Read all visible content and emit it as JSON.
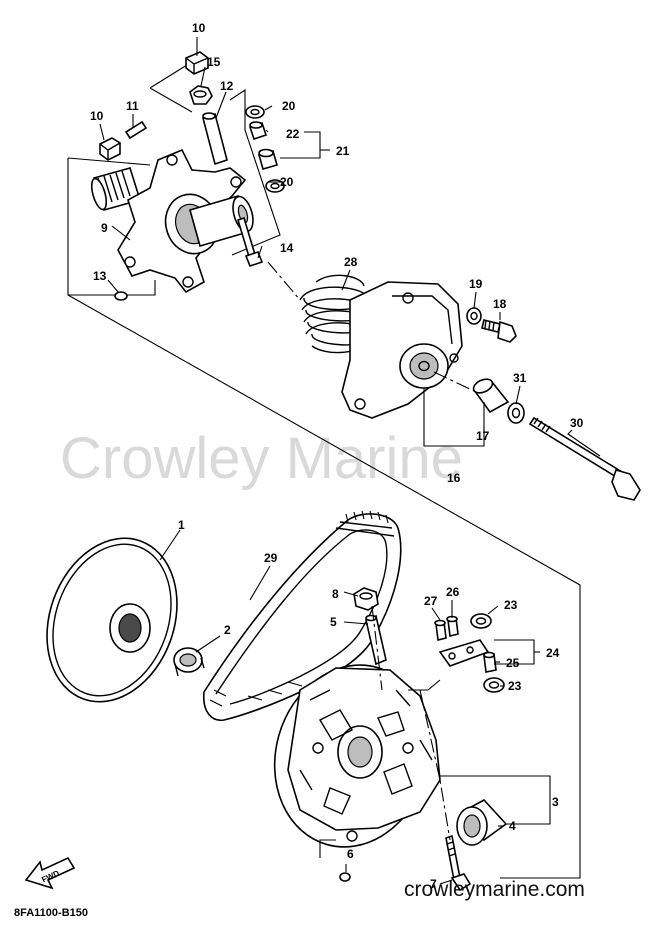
{
  "watermark": "Crowley Marine",
  "site_url": "crowleymarine.com",
  "diagram_code": "8FA1100-B150",
  "direction_label": "FWD",
  "callouts": {
    "c1": "1",
    "c2": "2",
    "c3": "3",
    "c4": "4",
    "c5": "5",
    "c6": "6",
    "c7": "7",
    "c8": "8",
    "c9": "9",
    "c10a": "10",
    "c10b": "10",
    "c11": "11",
    "c12": "12",
    "c13": "13",
    "c14": "14",
    "c15": "15",
    "c16": "16",
    "c17": "17",
    "c18": "18",
    "c19": "19",
    "c20a": "20",
    "c20b": "20",
    "c21": "21",
    "c22": "22",
    "c23a": "23",
    "c23b": "23",
    "c24": "24",
    "c25": "25",
    "c26": "26",
    "c27": "27",
    "c28": "28",
    "c29": "29",
    "c30": "30",
    "c31": "31"
  }
}
